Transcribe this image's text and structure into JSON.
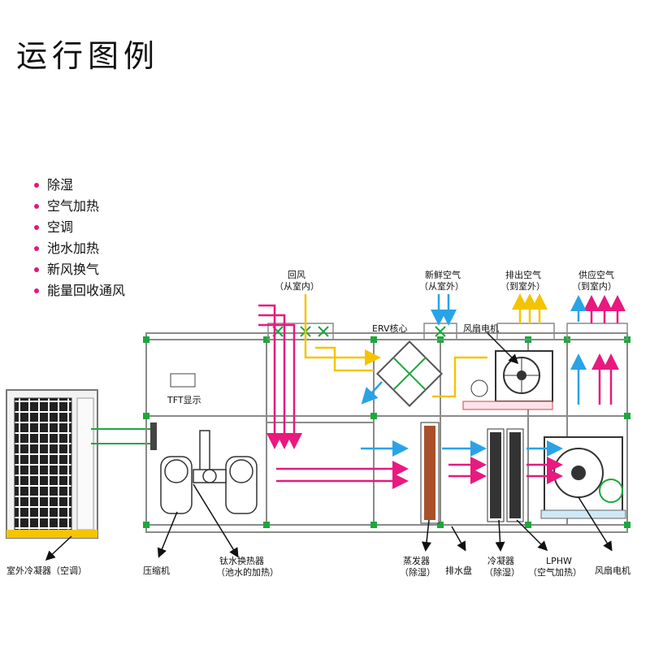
{
  "title": "运行图例",
  "legend": [
    "除湿",
    "空气加热",
    "空调",
    "池水加热",
    "新风换气",
    "能量回收通风"
  ],
  "labels": {
    "return_air": "回风",
    "return_air_sub": "（从室内）",
    "fresh_air": "新鲜空气",
    "fresh_air_sub": "（从室外）",
    "exhaust_air": "排出空气",
    "exhaust_air_sub": "（到室外）",
    "supply_air": "供应空气",
    "supply_air_sub": "（到室内）",
    "erv_core": "ERV核心",
    "fan_motor_top": "风扇电机",
    "tft_display": "TFT显示",
    "outdoor_condenser": "室外冷凝器（空调）",
    "compressor": "压缩机",
    "ti_hx": "钛水换热器",
    "ti_hx_sub": "（池水的加热）",
    "evaporator": "蒸发器",
    "evaporator_sub": "（除湿）",
    "drain_pan": "排水盘",
    "condenser": "冷凝器",
    "condenser_sub": "（除湿）",
    "lphw": "LPHW",
    "lphw_sub": "（空气加热）",
    "fan_motor_bottom": "风扇电机"
  },
  "colors": {
    "pink": "#e8197f",
    "yellow": "#f5c400",
    "blue": "#29a3e6",
    "green": "#1ca83c",
    "frame": "#8a8a8a"
  }
}
